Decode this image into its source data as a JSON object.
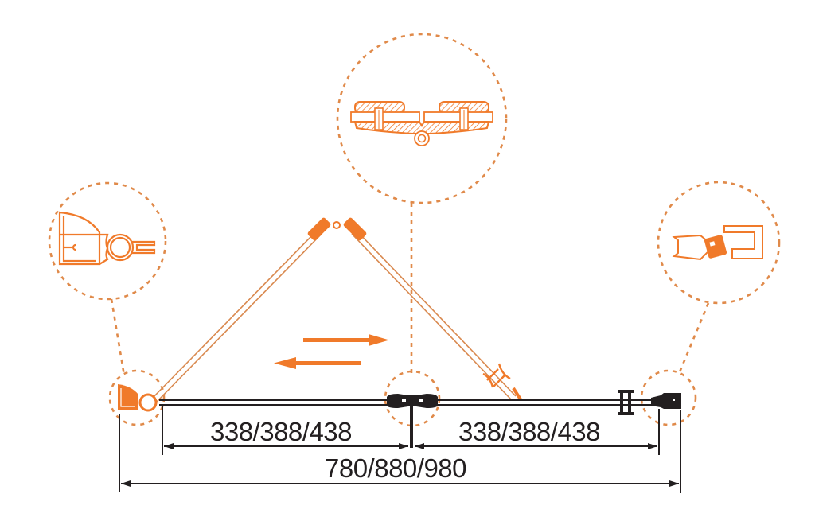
{
  "diagram": {
    "type": "technical-dimension-drawing",
    "subject": "bi-fold door plan view with profile detail callouts",
    "colors": {
      "accent": "#f07a2a",
      "callout_dots": "#e08a4a",
      "line": "#231f20",
      "background": "#ffffff"
    },
    "dimensions": {
      "left_panel": "338/388/438",
      "right_panel": "338/388/438",
      "overall": "780/880/980"
    },
    "callouts": [
      {
        "id": "wall-profile-left",
        "label": "left wall profile detail"
      },
      {
        "id": "center-hinge",
        "label": "center hinge section detail"
      },
      {
        "id": "magnetic-seal-right",
        "label": "right magnetic seal profile detail"
      },
      {
        "id": "hinge-joint",
        "label": "center pivot joint"
      }
    ],
    "motion_arrows": [
      "right",
      "left"
    ]
  }
}
